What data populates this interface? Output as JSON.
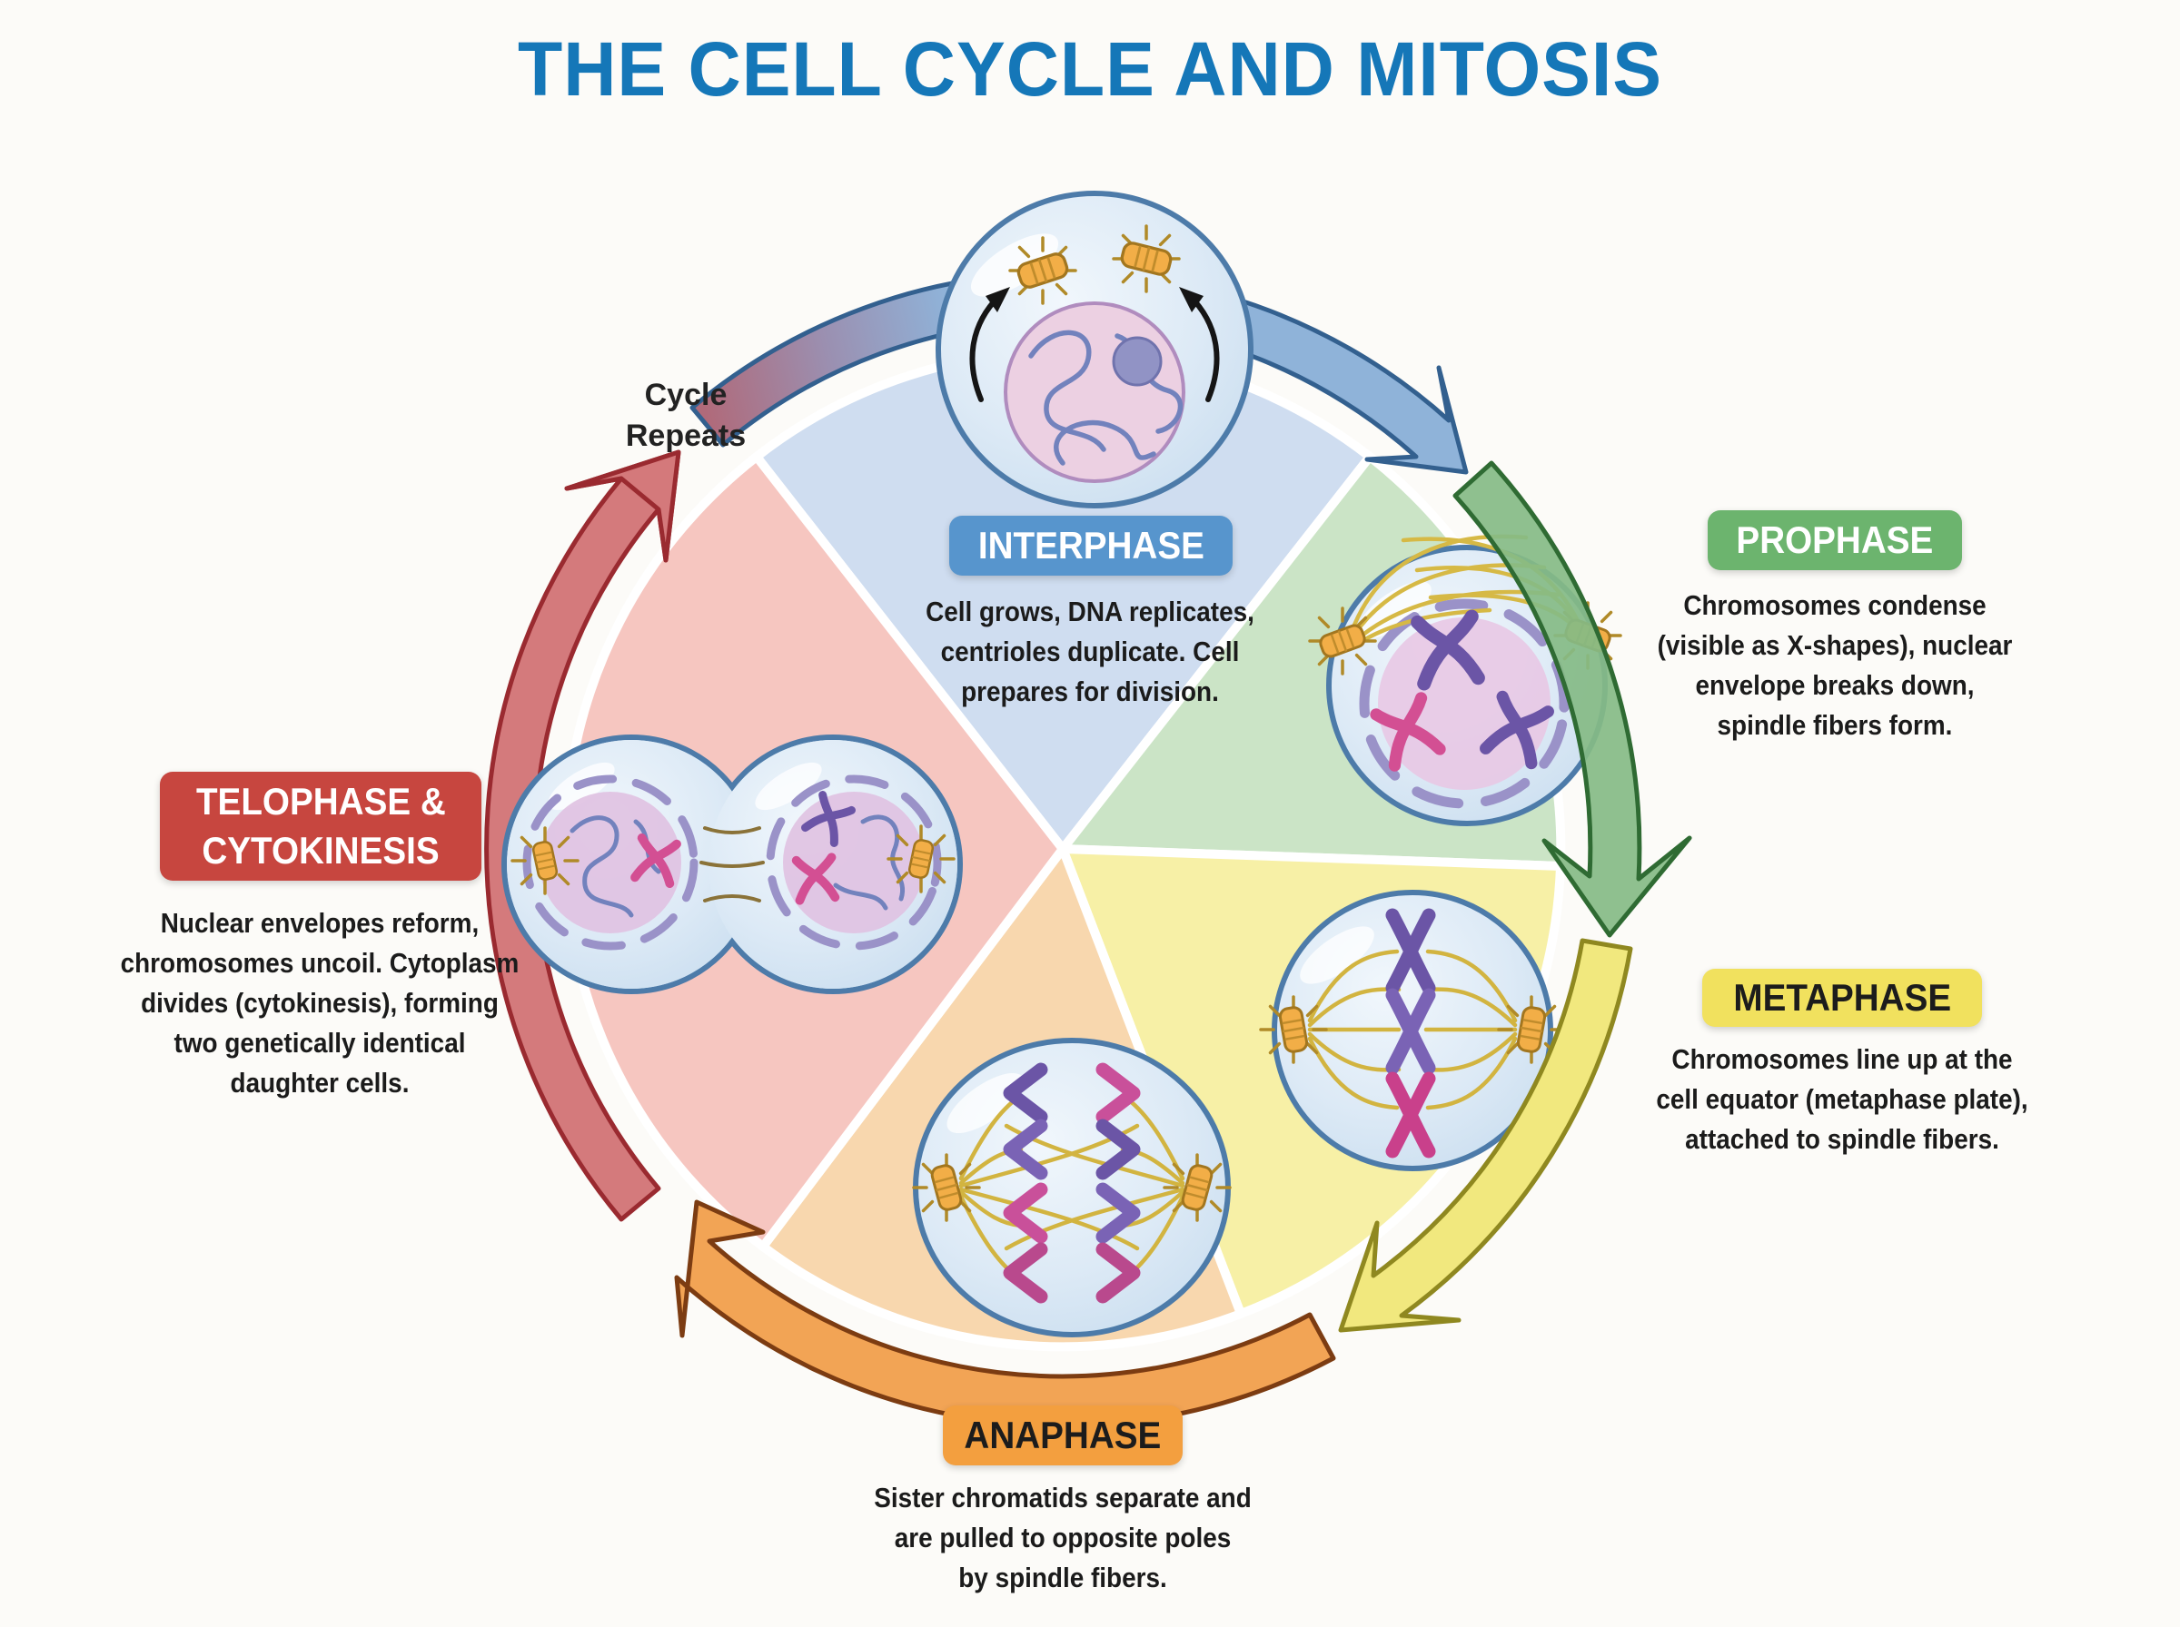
{
  "title": "THE CELL CYCLE AND MITOSIS",
  "title_color": "#1577b8",
  "cycle_repeats": {
    "lines": [
      "Cycle",
      "Repeats"
    ]
  },
  "phases": [
    {
      "id": "interphase",
      "label": "INTERPHASE",
      "badge_bg": "#5795cd",
      "badge_text_color": "#ffffff",
      "wedge_color": "#cfddf0",
      "arrow_color": "#8fb3d9",
      "desc_lines": [
        "Cell grows, DNA replicates,",
        "centrioles duplicate. Cell",
        "prepares for division."
      ]
    },
    {
      "id": "prophase",
      "label": "PROPHASE",
      "badge_bg": "#6cb46e",
      "badge_text_color": "#ffffff",
      "wedge_color": "#cbe4c6",
      "arrow_color": "#85bb85",
      "desc_lines": [
        "Chromosomes condense",
        "(visible as X-shapes), nuclear",
        "envelope breaks down,",
        "spindle fibers form."
      ]
    },
    {
      "id": "metaphase",
      "label": "METAPHASE",
      "badge_bg": "#f1e15e",
      "badge_text_color": "#1c1c1c",
      "wedge_color": "#f7f0a6",
      "arrow_color": "#f1e87e",
      "desc_lines": [
        "Chromosomes line up at the",
        "cell equator (metaphase plate),",
        "attached to spindle fibers."
      ]
    },
    {
      "id": "anaphase",
      "label": "ANAPHASE",
      "badge_bg": "#f39f3f",
      "badge_text_color": "#1c1c1c",
      "wedge_color": "#f8d7ae",
      "arrow_color": "#f2a455",
      "desc_lines": [
        "Sister chromatids separate and",
        "are pulled to opposite poles",
        "by spindle fibers."
      ]
    },
    {
      "id": "telophase_cytokinesis",
      "label": "TELOPHASE & CYTOKINESIS",
      "label_lines": [
        "TELOPHASE &",
        "CYTOKINESIS"
      ],
      "badge_bg": "#c7463f",
      "badge_text_color": "#ffffff",
      "wedge_color": "#f6c6c0",
      "arrow_color": "#d47a7c",
      "desc_lines": [
        "Nuclear envelopes reform,",
        "chromosomes uncoil. Cytoplasm",
        "divides (cytokinesis), forming",
        "two genetically identical",
        "daughter cells."
      ]
    }
  ]
}
